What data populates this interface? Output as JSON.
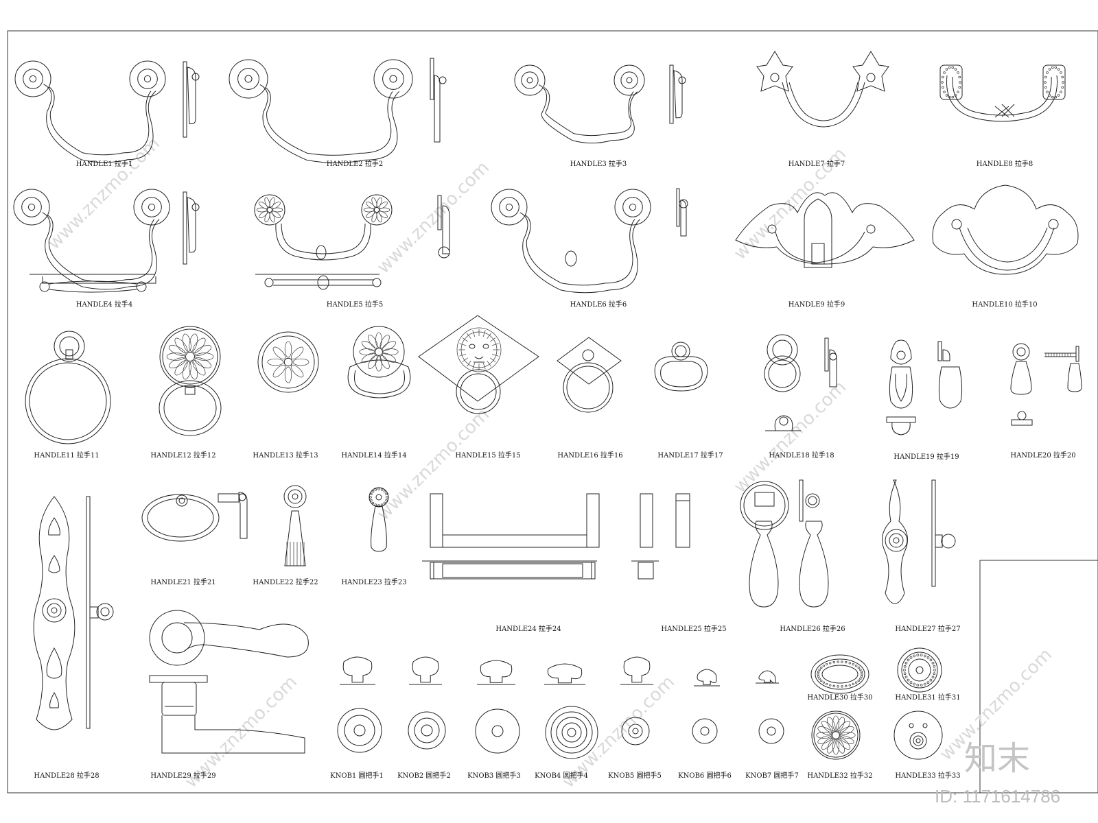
{
  "watermark": {
    "text": "www.znzmo.com"
  },
  "brand": {
    "logo_text": "知末",
    "id_text": "ID: 1171614786"
  },
  "items": [
    {
      "label": "HANDLE1 拉手1",
      "icon": "bail-pull-icon"
    },
    {
      "label": "HANDLE2 拉手2",
      "icon": "bail-pull-icon"
    },
    {
      "label": "HANDLE3 拉手3",
      "icon": "bail-pull-icon"
    },
    {
      "label": "HANDLE7 拉手7",
      "icon": "ornate-bail-pull-icon"
    },
    {
      "label": "HANDLE8 拉手8",
      "icon": "beaded-bail-pull-icon"
    },
    {
      "label": "HANDLE4 拉手4",
      "icon": "bail-pull-icon"
    },
    {
      "label": "HANDLE5 拉手5",
      "icon": "rosette-bail-pull-icon"
    },
    {
      "label": "HANDLE6 拉手6",
      "icon": "bail-pull-icon"
    },
    {
      "label": "HANDLE9 拉手9",
      "icon": "batwing-plate-pull-icon"
    },
    {
      "label": "HANDLE10 拉手10",
      "icon": "batwing-plate-pull-icon"
    },
    {
      "label": "HANDLE11 拉手11",
      "icon": "ring-pull-icon"
    },
    {
      "label": "HANDLE12 拉手12",
      "icon": "rosette-ring-pull-icon"
    },
    {
      "label": "HANDLE13 拉手13",
      "icon": "flower-ring-pull-icon"
    },
    {
      "label": "HANDLE14 拉手14",
      "icon": "flower-ring-pull-icon"
    },
    {
      "label": "HANDLE15 拉手15",
      "icon": "lion-head-ring-pull-icon"
    },
    {
      "label": "HANDLE16 拉手16",
      "icon": "diamond-plate-ring-pull-icon"
    },
    {
      "label": "HANDLE17 拉手17",
      "icon": "oval-ring-pull-icon"
    },
    {
      "label": "HANDLE18 拉手18",
      "icon": "ring-pull-icon"
    },
    {
      "label": "HANDLE19 拉手19",
      "icon": "teardrop-pull-icon"
    },
    {
      "label": "HANDLE20 拉手20",
      "icon": "teardrop-pull-icon"
    },
    {
      "label": "HANDLE21 拉手21",
      "icon": "oval-ring-pull-icon"
    },
    {
      "label": "HANDLE22 拉手22",
      "icon": "tassel-pull-icon"
    },
    {
      "label": "HANDLE23 拉手23",
      "icon": "drop-pull-icon"
    },
    {
      "label": "HANDLE24 拉手24",
      "icon": "bar-pull-icon"
    },
    {
      "label": "HANDLE25 拉手25",
      "icon": "bar-pull-end-icon"
    },
    {
      "label": "HANDLE26 拉手26",
      "icon": "bottle-drop-pull-icon"
    },
    {
      "label": "HANDLE27 拉手27",
      "icon": "ornate-backplate-knob-icon"
    },
    {
      "label": "HANDLE28 拉手28",
      "icon": "backplate-knob-icon"
    },
    {
      "label": "HANDLE29 拉手29",
      "icon": "lever-handle-icon"
    },
    {
      "label": "HANDLE30 拉手30",
      "icon": "beaded-oval-plate-icon"
    },
    {
      "label": "HANDLE31 拉手31",
      "icon": "beaded-round-plate-icon"
    },
    {
      "label": "HANDLE32 拉手32",
      "icon": "rosette-plate-icon"
    },
    {
      "label": "HANDLE33 拉手33",
      "icon": "face-plate-ring-icon"
    },
    {
      "label": "KNOB1 圆把手1",
      "icon": "knob-icon"
    },
    {
      "label": "KNOB2 圆把手2",
      "icon": "knob-icon"
    },
    {
      "label": "KNOB3 圆把手3",
      "icon": "knob-icon"
    },
    {
      "label": "KNOB4 圆把手4",
      "icon": "knob-icon"
    },
    {
      "label": "KNOB5 圆把手5",
      "icon": "knob-icon"
    },
    {
      "label": "KNOB6 圆把手6",
      "icon": "knob-icon"
    },
    {
      "label": "KNOB7 圆把手7",
      "icon": "knob-icon"
    }
  ]
}
